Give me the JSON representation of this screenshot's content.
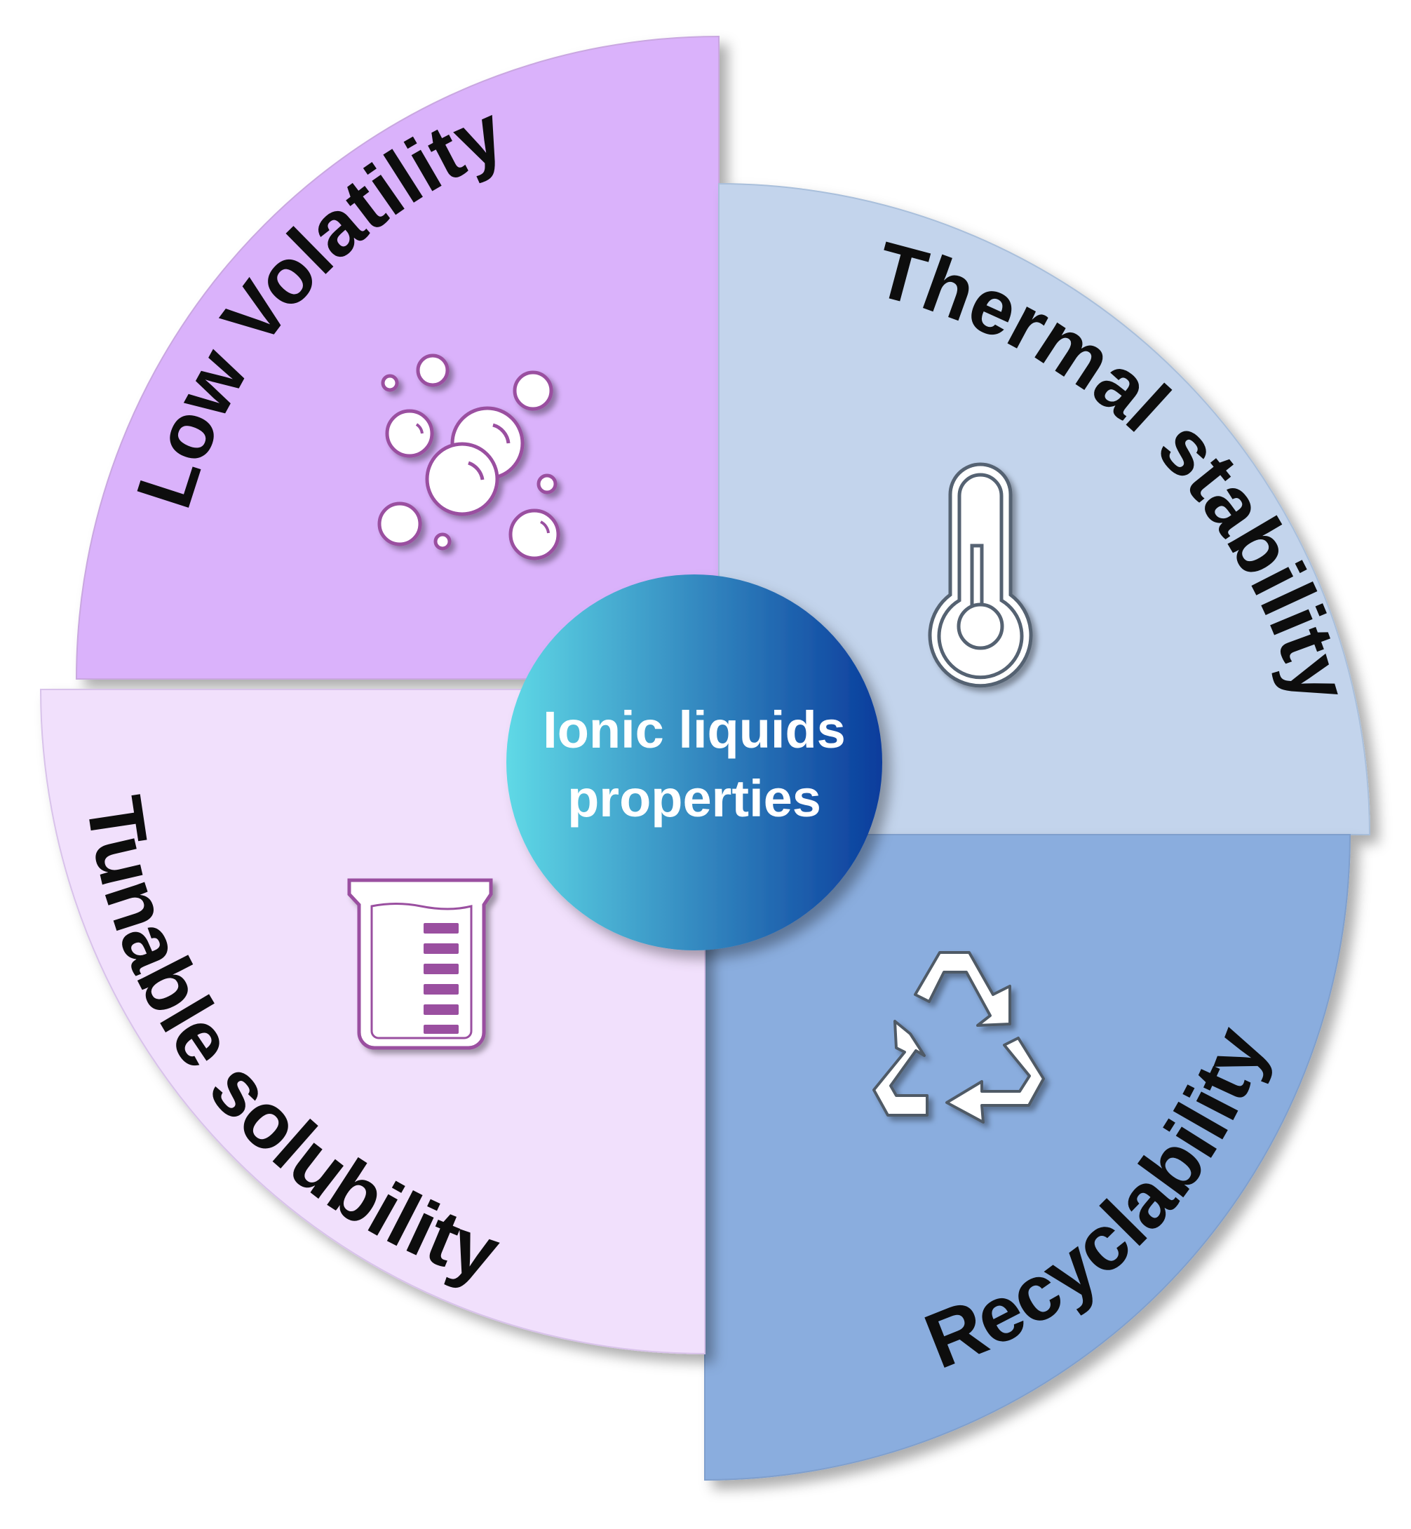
{
  "center": {
    "line1": "Ionic liquids",
    "line2": "properties",
    "gradient_start": "#5fd9e6",
    "gradient_end": "#0a3c9c"
  },
  "quadrants": {
    "low_volatility": {
      "label": "Low Volatility",
      "color": "#dab2fb",
      "icon": "bubbles-icon"
    },
    "thermal_stability": {
      "label": "Thermal stability",
      "color": "#c3d4ec",
      "icon": "thermometer-icon"
    },
    "recyclability": {
      "label": "Recyclability",
      "color": "#8aadde",
      "icon": "recycle-icon"
    },
    "tunable_solubility": {
      "label": "Tunable solubility",
      "color": "#f1e0fc",
      "icon": "beaker-icon"
    }
  }
}
